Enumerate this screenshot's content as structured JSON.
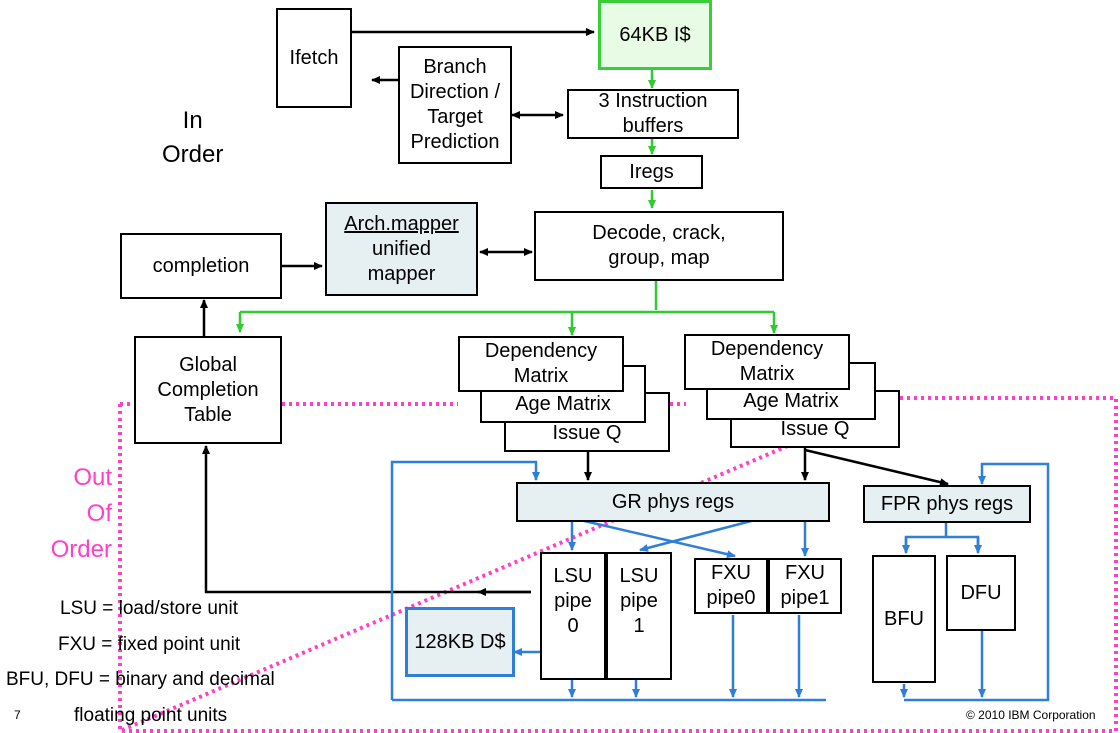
{
  "labels": {
    "in_order": "In\nOrder",
    "out_of_order": "Out\nOf\nOrder",
    "legend_lsu": "LSU = load/store unit",
    "legend_fxu": "FXU = fixed point unit",
    "legend_bfu_dfu": "BFU, DFU = binary and decimal",
    "legend_fp": "floating point units",
    "page_number": "7",
    "copyright": "© 2010 IBM Corporation"
  },
  "blocks": {
    "ifetch": "Ifetch",
    "icache": "64KB I$",
    "branch": "Branch\nDirection /\nTarget\nPrediction",
    "ibuffers": "3 Instruction buffers",
    "iregs": "Iregs",
    "arch_mapper": "Arch.mapper",
    "unified_mapper": "unified\nmapper",
    "decode": "Decode, crack,\ngroup, map",
    "completion": "completion",
    "gct": "Global\nCompletion\nTable",
    "dep_matrix_1": "Dependency\nMatrix",
    "age_matrix_1": "Age Matrix",
    "issue_q_1": "Issue Q",
    "dep_matrix_2": "Dependency\nMatrix",
    "age_matrix_2": "Age Matrix",
    "issue_q_2": "Issue Q",
    "gr_regs": "GR phys regs",
    "fpr_regs": "FPR phys regs",
    "lsu0": "LSU\npipe\n0",
    "lsu1": "LSU\npipe\n1",
    "fxu0": "FXU\npipe0",
    "fxu1": "FXU\npipe1",
    "bfu": "BFU",
    "dfu": "DFU",
    "dcache": "128KB D$"
  },
  "colors": {
    "green_arrow": "#2ecc2e",
    "blue_arrow": "#2f7fd9",
    "pink_region": "#ff3fc8",
    "black_arrow": "#000000",
    "shaded_fill": "#e6f0f2"
  }
}
